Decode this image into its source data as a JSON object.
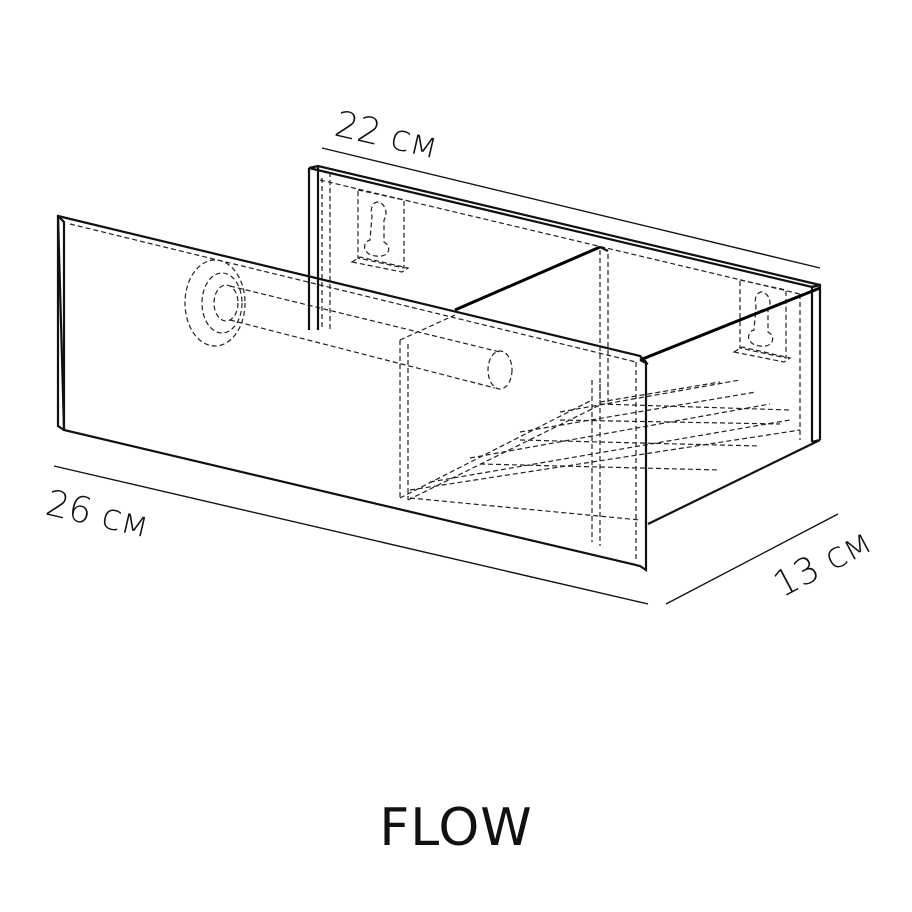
{
  "dimensions": {
    "top_width": "22 см",
    "front_width": "26 см",
    "depth": "13 см"
  },
  "product_name": "FLOW"
}
